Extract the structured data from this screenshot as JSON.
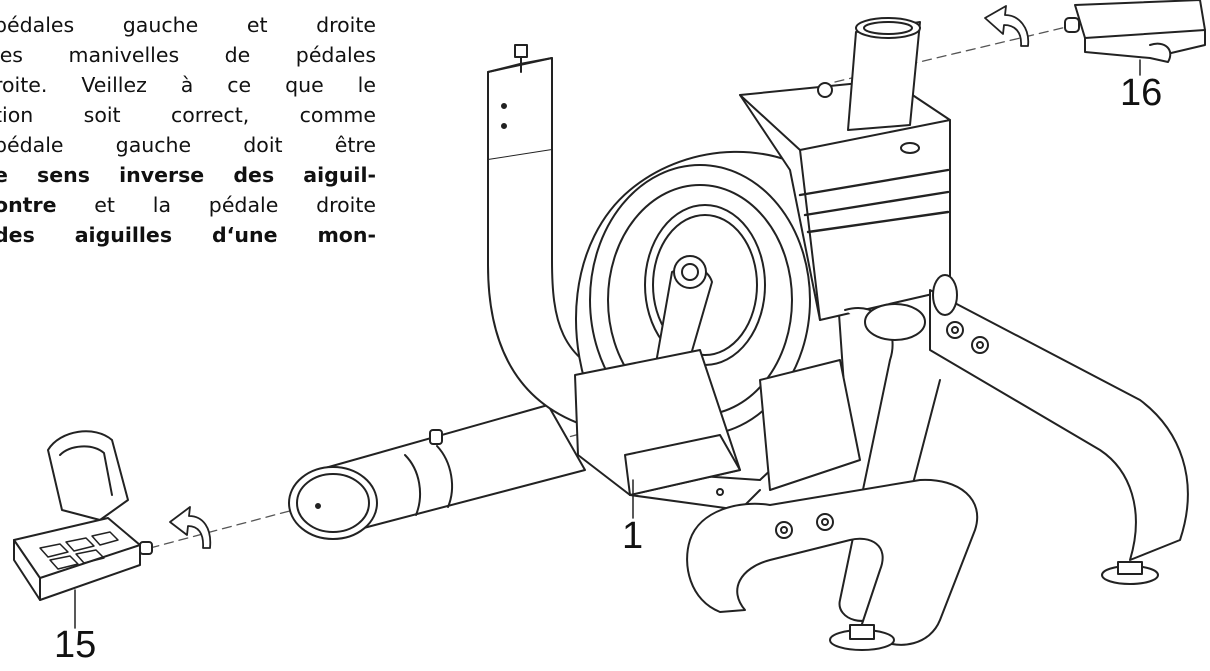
{
  "instructions": {
    "lines": [
      {
        "parts": [
          {
            "text": "pédales gauche et droite",
            "bold": false
          }
        ]
      },
      {
        "parts": [
          {
            "text": "les manivelles de pédales",
            "bold": false
          }
        ]
      },
      {
        "parts": [
          {
            "text": "roite. Veillez à ce que le",
            "bold": false
          }
        ]
      },
      {
        "parts": [
          {
            "text": "tion soit correct, comme",
            "bold": false
          }
        ]
      },
      {
        "parts": [
          {
            "text": "pédale gauche doit être",
            "bold": false
          }
        ]
      },
      {
        "parts": [
          {
            "text": "e sens inverse des aiguil-",
            "bold": true
          }
        ]
      },
      {
        "parts": [
          {
            "text": "ontre",
            "bold": true
          },
          {
            "text": " et la pédale droite",
            "bold": false
          }
        ]
      },
      {
        "parts": [
          {
            "text": " des aiguilles d‘une mon-",
            "bold": true
          }
        ]
      }
    ]
  },
  "callouts": {
    "frame": "1",
    "left_pedal": "15",
    "right_pedal": "16"
  }
}
